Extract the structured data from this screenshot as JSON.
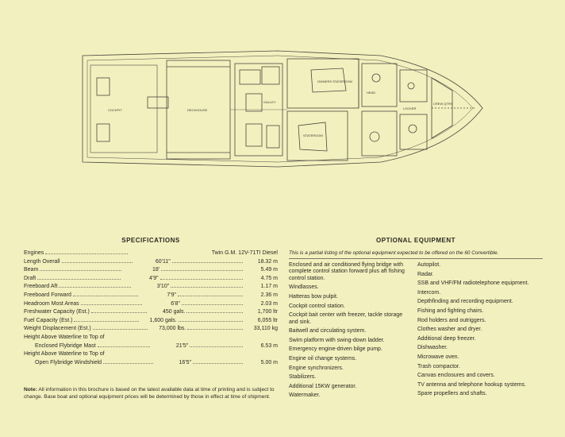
{
  "floorplan": {
    "labels": {
      "cockpit": "COCKPIT",
      "deckhouse": "DECKHOUSE",
      "galley": "GALLEY",
      "owners_stateroom": "OWNERS STATEROOM",
      "stateroom": "STATEROOM",
      "head": "HEAD",
      "locker": "LOCKER",
      "crew_quarters": "CREW QTRS"
    }
  },
  "specifications": {
    "title": "SPECIFICATIONS",
    "rows": [
      {
        "label": "Engines",
        "long": "Twin G.M. 12V-71TI Diesel"
      },
      {
        "label": "Length Overall",
        "imperial": "60'11\"",
        "metric": "18.32 m"
      },
      {
        "label": "Beam",
        "imperial": "18'",
        "metric": "5.49 m"
      },
      {
        "label": "Draft",
        "imperial": "4'9\"",
        "metric": "4.75 m"
      },
      {
        "label": "Freeboard Aft",
        "imperial": "3'10\"",
        "metric": "1.17 m"
      },
      {
        "label": "Freeboard Forward",
        "imperial": "7'9\"",
        "metric": "2.36 m"
      },
      {
        "label": "Headroom Most Areas",
        "imperial": "6'8\"",
        "metric": "2.03 m"
      },
      {
        "label": "Freshwater Capacity (Est.)",
        "imperial": "450 gals.",
        "metric": "1,700 ltr"
      },
      {
        "label": "Fuel Capacity (Est.)",
        "imperial": "1,600 gals.",
        "metric": "6,055 ltr"
      },
      {
        "label": "Weight Displacement (Est.)",
        "imperial": "73,000 lbs.",
        "metric": "33,110 kg"
      }
    ],
    "multi": [
      {
        "line1": "Height Above Waterline to Top of",
        "line2": "Enclosed Flybridge Mast",
        "imperial": "21'5\"",
        "metric": "6.53 m"
      },
      {
        "line1": "Height Above Waterline to Top of",
        "line2": "Open Flybridge Windshield",
        "imperial": "16'5\"",
        "metric": "5.00 m"
      }
    ],
    "note_label": "Note:",
    "note_text": "All information in this brochure is based on the latest available data at time of printing and is subject to change. Base boat and optional equipment prices will be determined by those in effect at time of shipment."
  },
  "optional": {
    "title": "OPTIONAL EQUIPMENT",
    "intro": "This is a partial listing of the optional equipment expected to be offered on the 60 Convertible.",
    "left": [
      "Enclosed and air conditioned flying bridge with complete control station forward plus aft fishing control station.",
      "Windlasses.",
      "Hatteras bow pulpit.",
      "Cockpit control station.",
      "Cockpit bait center with freezer, tackle storage and sink.",
      "Baitwell and circulating system.",
      "Swim platform with swing-down ladder.",
      "Emergency engine-driven bilge pump.",
      "Engine oil change systems.",
      "Engine synchronizers.",
      "Stabilizers.",
      "Additional 15KW generator.",
      "Watermaker."
    ],
    "right": [
      "Autopilot.",
      "Radar.",
      "SSB and VHF/FM radiotelephone equipment.",
      "Intercom.",
      "Depthfinding and recording equipment.",
      "Fishing and fighting chairs.",
      "Rod holders and outriggers.",
      "Clothes washer and dryer.",
      "Additional deep freezer.",
      "Dishwasher.",
      "Microwave oven.",
      "Trash compactor.",
      "Canvas enclosures and covers.",
      "TV antenna and telephone hookup systems.",
      "Spare propellers and shafts."
    ]
  }
}
